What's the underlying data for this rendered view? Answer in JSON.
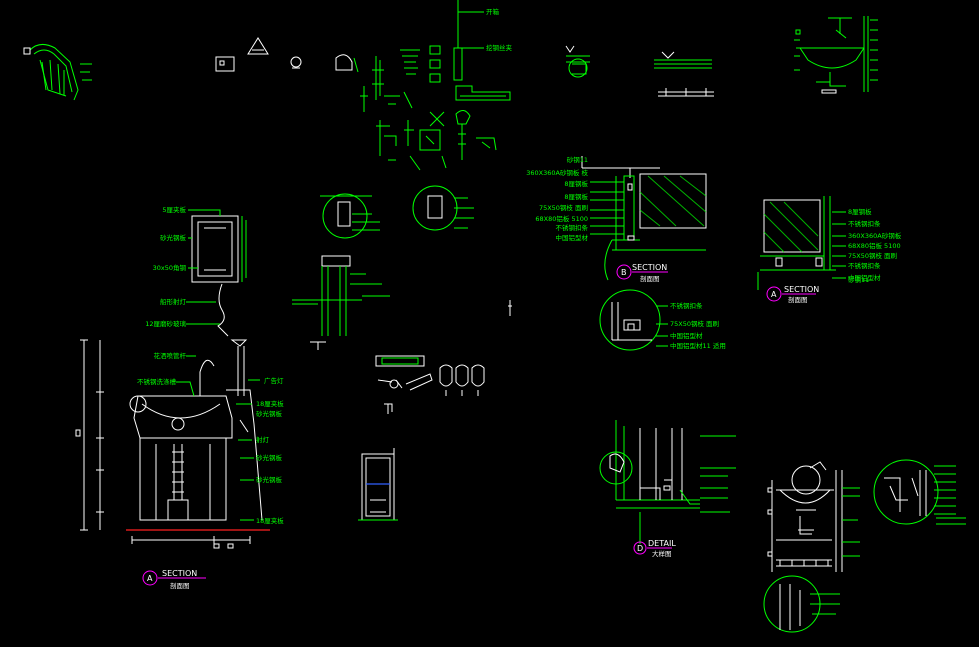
{
  "colors": {
    "background": "#000000",
    "line": "#00ff00",
    "white": "#ffffff",
    "tag": "#ff00ff",
    "floor": "#ff2020",
    "glass": "#3060ff"
  },
  "top_labels": {
    "l1": "开箱",
    "l2": "挖钢丝夹"
  },
  "main_section": {
    "callouts": [
      "5厘夹板",
      "砂光钢板",
      "30x50角钢",
      "船形射灯",
      "12厘磨砂玻璃",
      "花洒喷管杆",
      "不锈钢洗涤槽",
      "广告灯",
      "18厘夹板",
      "砂光钢板",
      "射灯",
      "砂光钢板",
      "砂光钢板",
      "18厘夹板"
    ],
    "tag_number": "A",
    "tag_title": "SECTION",
    "tag_subtitle": "剖面图"
  },
  "section_b": {
    "callouts": [
      "砂钢11",
      "360X360A砂钢板 枝",
      "8厘钢板",
      "8厘钢板",
      "75X50钢枝 面刷",
      "68X80铝板 5100",
      "不锈钢扣条",
      "中国铝型材"
    ],
    "detail_callouts": [
      "不锈钢扣条",
      "75X50钢枝 面刷",
      "中国铝型材",
      "中国铝型材11 适用"
    ],
    "tag_number": "B",
    "tag_title": "SECTION",
    "tag_subtitle": "剖面图"
  },
  "section_c": {
    "callouts": [
      "8厘钢板",
      "不锈钢扣条",
      "360X360A砂钢板",
      "68X80铝板 5100",
      "75X50钢枝 面刷",
      "不锈钢扣条",
      "中国铝型材",
      "砂钢11"
    ],
    "tag_number": "A",
    "tag_title": "SECTION",
    "tag_subtitle": "剖面图"
  },
  "detail_d": {
    "tag_number": "D",
    "tag_title": "DETAIL",
    "tag_subtitle": "大样图"
  }
}
